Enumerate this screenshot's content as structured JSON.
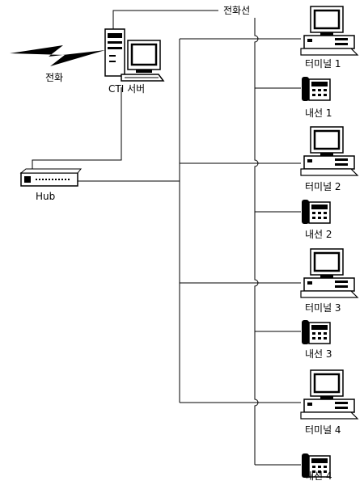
{
  "labels": {
    "phone_line": "전화선",
    "phone": "전화",
    "cti_server": "CTI 서버",
    "hub": "Hub",
    "terminal_1": "터미널 1",
    "terminal_2": "터미널 2",
    "terminal_3": "터미널 3",
    "terminal_4": "터미널 4",
    "extension_1": "내선 1",
    "extension_2": "내선 2",
    "extension_3": "내선 3",
    "extension_4": "내선 4"
  },
  "icons": {
    "phone_network": "lightning-icon",
    "server": "server-computer-icon",
    "hub": "network-hub-icon",
    "terminal": "desktop-computer-icon",
    "extension": "telephone-icon"
  },
  "colors": {
    "ink": "#000000",
    "background": "#ffffff"
  }
}
